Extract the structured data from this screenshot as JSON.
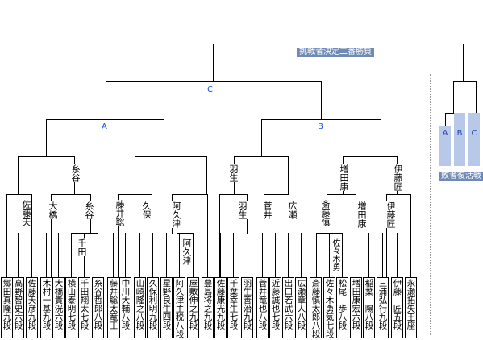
{
  "final": {
    "label": "挑戦者決定二番勝負"
  },
  "groups": {
    "a": "A",
    "b": "B",
    "c": "C"
  },
  "losers": {
    "label": "敗者復活戦",
    "boxes": [
      "A",
      "B",
      "C"
    ]
  },
  "winners": {
    "quarter_left": "糸谷",
    "quarter_right_1": "増田康",
    "quarter_right_2": "伊藤匠",
    "r16_2": "羽生",
    "r32_1": "佐藤天",
    "r32_2": "大橋",
    "r32_3": "糸谷",
    "r32_4": "藤井聡",
    "r32_5": "久保",
    "r32_6": "阿久津",
    "r32_8": "羽生",
    "r32_9": "菅井",
    "r32_10": "広瀬",
    "r32_11": "斎藤慎",
    "r32_12": "増田康",
    "r32_13": "伊藤匠",
    "r64_1": "千田",
    "r64_2": "阿久津",
    "r64_3": "佐々木勇"
  },
  "players": [
    "郷田真隆九段",
    "高野智史六段",
    "佐藤天彦九段",
    "木村一基九段",
    "大橋貴洸六段",
    "横山泰明七段",
    "千田翔太七段",
    "糸谷哲郎八段",
    "藤井聡太竜王",
    "中川大輔八段",
    "山崎隆之八段",
    "久保利明九段",
    "星野良生四段",
    "阿久津主税八段",
    "屋敷伸之九段",
    "豊島将之九段",
    "佐藤康光九段",
    "千葉幸生七段",
    "羽生善治九段",
    "菅井竜也八段",
    "近藤誠也七段",
    "出口若武六段",
    "広瀬章人八段",
    "斎藤慎太郎八段",
    "佐々木勇気七段",
    "松尾　歩八段",
    "増田康宏六段",
    "稲葉　陽八段",
    "三浦弘行九段",
    "伊藤　匠五段",
    "永瀬拓矢王座"
  ]
}
